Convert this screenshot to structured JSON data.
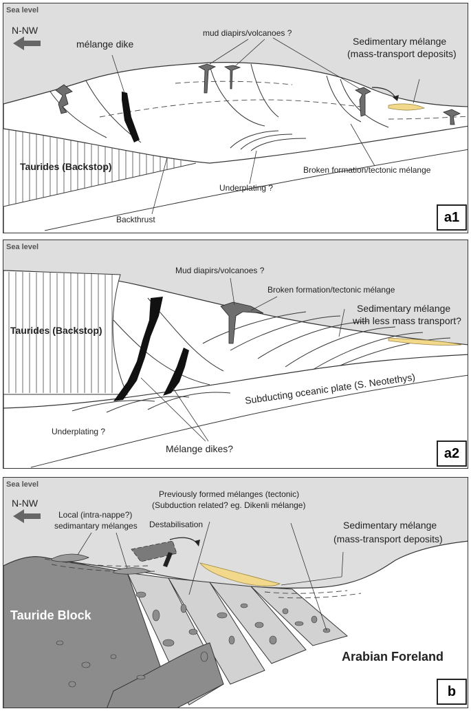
{
  "panel_a1": {
    "sea_level": "Sea level",
    "direction": "N-NW",
    "melange_dike": "mélange dike",
    "mud_diapirs": "mud diapirs/volcanoes ?",
    "sed_melange_1": "Sedimentary mélange",
    "sed_melange_2": "(mass-transport deposits)",
    "taurides": "Taurides (Backstop)",
    "broken_formation": "Broken formation/tectonic mélange",
    "underplating": "Underplating ?",
    "backthrust": "Backthrust",
    "tag": "a1"
  },
  "panel_a2": {
    "sea_level": "Sea level",
    "mud_diapirs": "Mud diapirs/volcanoes ?",
    "broken_formation": "Broken formation/tectonic mélange",
    "sed_melange_1": "Sedimentary mélange",
    "sed_melange_2": "with less mass transport?",
    "taurides": "Taurides (Backstop)",
    "subducting": "Subducting oceanic plate (S. Neotethys)",
    "underplating": "Underplating ?",
    "melange_dikes": "Mélange dikes?",
    "tag": "a2"
  },
  "panel_b": {
    "sea_level": "Sea level",
    "direction": "N-NW",
    "local_1": "Local (intra-nappe?)",
    "local_2": "sedimantary mélanges",
    "previous_1": "Previously formed mélanges (tectonic)",
    "previous_2": "(Subduction related? eg. Dikenli mélange)",
    "destabilisation": "Destabilisation",
    "sed_melange_1": "Sedimentary mélange",
    "sed_melange_2": "(mass-transport deposits)",
    "tauride_block": "Tauride Block",
    "arabian": "Arabian Foreland",
    "tag": "b"
  },
  "colors": {
    "sea": "#dedede",
    "melange_yellow": "#f2d88a",
    "dike": "#111111",
    "diapir": "#6e6e6e",
    "tauride_block": "#8c8c8c",
    "melange_fill": "#d2d2d2"
  }
}
